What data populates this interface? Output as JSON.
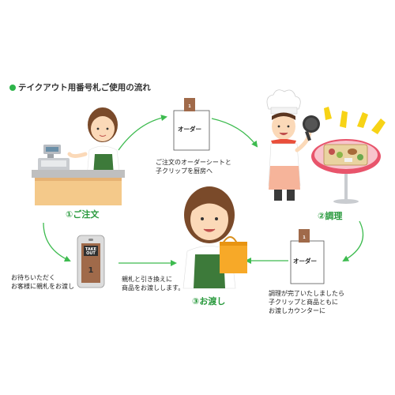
{
  "title": "テイクアウト用番号札ご使用の流れ",
  "colors": {
    "accent_green": "#2db44a",
    "step_label": "#2a9a3e",
    "arrow": "#3dbb4f",
    "apron": "#3d7a3a",
    "counter": "#f4c98a"
  },
  "steps": [
    {
      "label": "①ご注文"
    },
    {
      "label": "②調理"
    },
    {
      "label": "③お渡し"
    }
  ],
  "order_sheet_top": {
    "label": "オーダー",
    "clip_number": "1"
  },
  "order_sheet_right": {
    "label": "オーダー",
    "clip_number": "1"
  },
  "number_tag": {
    "top_text": "TAKE OUT",
    "number": "1"
  },
  "notes": {
    "to_kitchen": [
      "ご注文のオーダーシートと",
      "子クリップを厨房へ"
    ],
    "wait": [
      "お待ちいただく",
      "お客様に親札をお渡し"
    ],
    "exchange": [
      "親札と引き換えに",
      "商品をお渡しします。"
    ],
    "done": [
      "調理が完了いたしましたら",
      "子クリップと商品ともに",
      "お渡しカウンターに"
    ]
  },
  "icons": [
    "cashier-person-icon",
    "register-icon",
    "chef-icon",
    "pan-icon",
    "bento-icon",
    "customer-with-bag-icon",
    "clipboard-icon",
    "number-tag-icon"
  ]
}
